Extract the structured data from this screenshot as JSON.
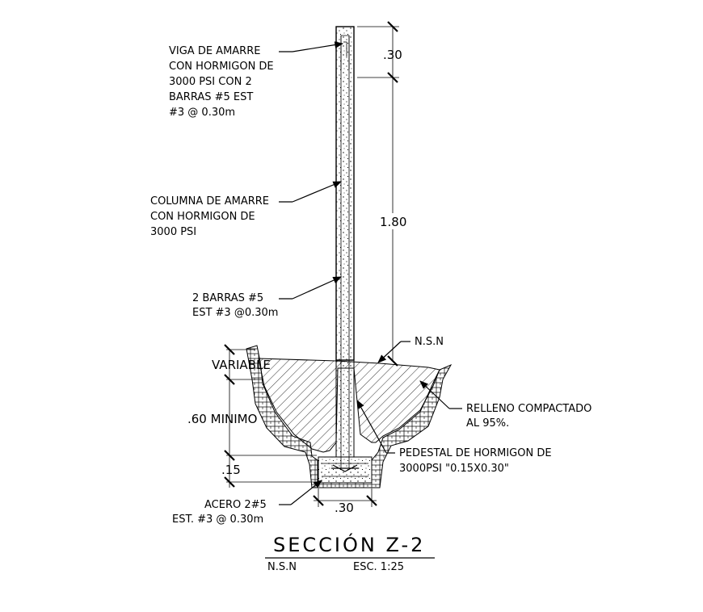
{
  "labels": {
    "viga": [
      "VIGA DE AMARRE",
      "CON HORMIGON DE",
      "3000 PSI CON 2",
      "BARRAS #5 EST",
      "#3 @ 0.30m"
    ],
    "columna": [
      "COLUMNA DE AMARRE",
      "CON HORMIGON DE",
      "3000 PSI"
    ],
    "barras": [
      "2 BARRAS  #5",
      "EST #3 @0.30m"
    ],
    "nsn": "N.S.N",
    "relleno": [
      "RELLENO COMPACTADO",
      "AL 95%."
    ],
    "pedestal": [
      "PEDESTAL DE HORMIGON DE",
      "3000PSI \"0.15X0.30\""
    ],
    "acero": [
      "ACERO 2#5",
      "EST. #3 @ 0.30m"
    ]
  },
  "dimensions": {
    "top": ".30",
    "height": "1.80",
    "variable": "VARIABLE",
    "depth": ".60 MINIMO",
    "base": ".15",
    "width": ".30"
  },
  "title": {
    "main": "SECCIÓN Z-2",
    "level": "N.S.N",
    "scale": "ESC. 1:25"
  },
  "colors": {
    "ink": "#000000",
    "background": "#ffffff"
  }
}
